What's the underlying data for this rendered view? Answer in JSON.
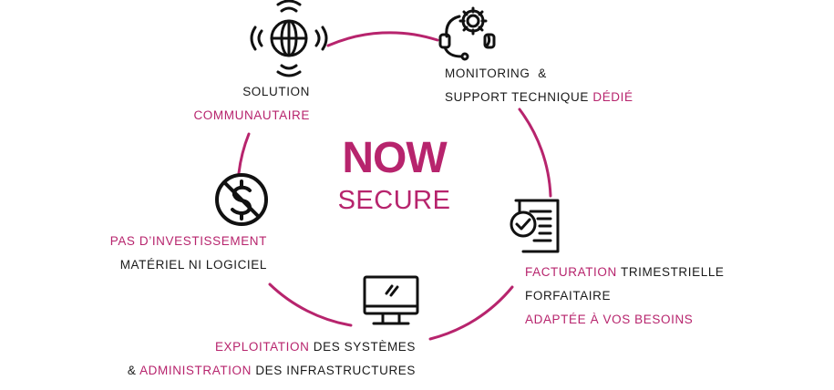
{
  "center": {
    "title": "NOW",
    "subtitle": "SECURE"
  },
  "colors": {
    "accent": "#b7246d",
    "text": "#1a1a1a",
    "icon": "#111111"
  },
  "items": {
    "community": {
      "icon": "globe-signal-icon",
      "line1": "SOLUTION",
      "line2": "COMMUNAUTAIRE"
    },
    "monitoring": {
      "icon": "headset-gear-icon",
      "line1": "MONITORING  &",
      "line2_prefix": "SUPPORT TECHNIQUE ",
      "line2_accent": "DÉDIÉ"
    },
    "billing": {
      "icon": "invoice-check-icon",
      "line1_accent": "FACTURATION",
      "line1_rest": " TRIMESTRIELLE",
      "line2": "FORFAITAIRE",
      "line3": "ADAPTÉE À VOS BESOINS"
    },
    "operations": {
      "icon": "monitor-icon",
      "line1_accent": "EXPLOITATION",
      "line1_rest": " DES SYSTÈMES",
      "line2_prefix": "& ",
      "line2_accent": "ADMINISTRATION",
      "line2_rest": " DES INFRASTRUCTURES"
    },
    "investment": {
      "icon": "no-dollar-icon",
      "line1": "PAS D’INVESTISSEMENT",
      "line2": "MATÉRIEL NI LOGICIEL"
    }
  }
}
